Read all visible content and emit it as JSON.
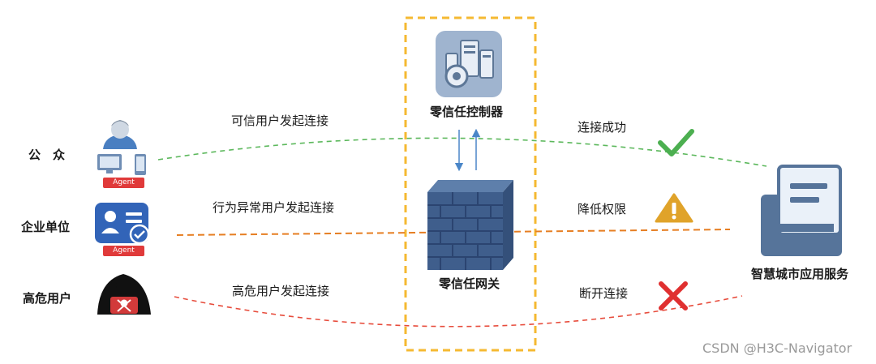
{
  "users": {
    "public": {
      "label": "公　众",
      "badge": "Agent"
    },
    "enterprise": {
      "label": "企业单位",
      "badge": "Agent"
    },
    "high_risk": {
      "label": "高危用户"
    }
  },
  "actions": {
    "trusted": "可信用户发起连接",
    "abnormal": "行为异常用户发起连接",
    "high_risk": "高危用户发起连接"
  },
  "results": {
    "success": "连接成功",
    "reduced": "降低权限",
    "disconnect": "断开连接"
  },
  "zero_trust": {
    "controller": "零信任控制器",
    "gateway": "零信任网关"
  },
  "target": {
    "label": "智慧城市应用服务"
  },
  "watermark": "CSDN @H3C-Navigator",
  "colors": {
    "green": "#5cb85c",
    "orange": "#e67e22",
    "red": "#e74c3c",
    "frame": "#f5b932",
    "icon_blue": "#3d5c9e",
    "slate": "#5a7796"
  }
}
